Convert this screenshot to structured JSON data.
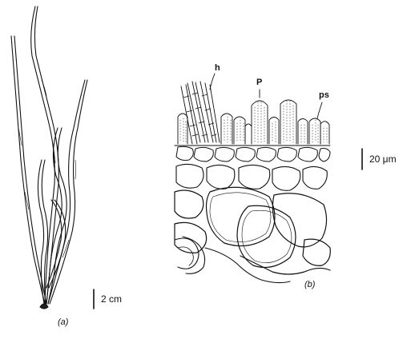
{
  "panels": {
    "a": {
      "label": "(a)",
      "scale_label": "2 cm"
    },
    "b": {
      "label": "(b)",
      "scale_label": "20 μm"
    }
  },
  "annotations": {
    "hair": "h",
    "paraphysis": "P",
    "ps": "ps"
  },
  "colors": {
    "ink": "#111111",
    "background": "#ffffff"
  }
}
